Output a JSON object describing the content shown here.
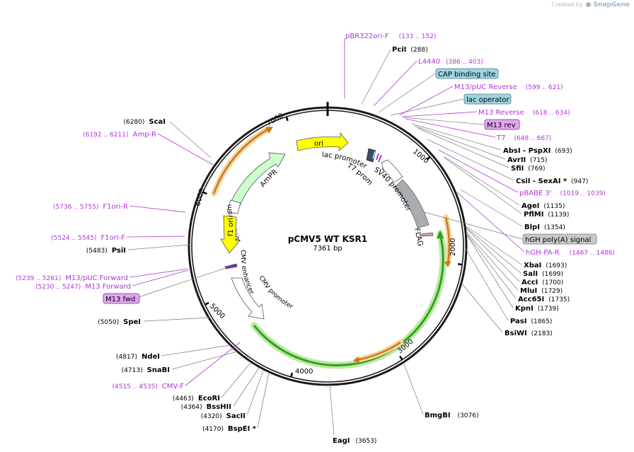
{
  "credit": {
    "prefix": "Created by",
    "brand": "SnapGene"
  },
  "plasmid": {
    "name": "pCMV5 WT KSR1",
    "size": "7361 bp"
  },
  "ticks": [
    "1000",
    "2000",
    "3000",
    "4000",
    "5000",
    "6000",
    "7000"
  ],
  "sites": [
    {
      "name": "PciI",
      "pos": "(288)"
    },
    {
      "name": "AbsI  - PspXI",
      "pos": "(693)"
    },
    {
      "name": "AvrII",
      "pos": "(715)"
    },
    {
      "name": "SfiI",
      "pos": "(769)"
    },
    {
      "name": "CsiI  - SexAI *",
      "pos": "(947)"
    },
    {
      "name": "AgeI",
      "pos": "(1135)"
    },
    {
      "name": "PflMI",
      "pos": "(1139)"
    },
    {
      "name": "BlpI",
      "pos": "(1354)"
    },
    {
      "name": "XbaI",
      "pos": "(1693)"
    },
    {
      "name": "SalI",
      "pos": "(1699)"
    },
    {
      "name": "AccI",
      "pos": "(1700)"
    },
    {
      "name": "MluI",
      "pos": "(1729)"
    },
    {
      "name": "Acc65I",
      "pos": "(1735)"
    },
    {
      "name": "KpnI",
      "pos": "(1739)"
    },
    {
      "name": "PasI",
      "pos": "(1865)"
    },
    {
      "name": "BsiWI",
      "pos": "(2183)"
    },
    {
      "name": "BmgBI",
      "pos": "(3076)"
    },
    {
      "name": "EagI",
      "pos": "(3653)"
    },
    {
      "name": "BspEI *",
      "pos": "(4170)"
    },
    {
      "name": "SacII",
      "pos": "(4320)"
    },
    {
      "name": "BssHII",
      "pos": "(4364)"
    },
    {
      "name": "EcoRI",
      "pos": "(4463)"
    },
    {
      "name": "SnaBI",
      "pos": "(4713)"
    },
    {
      "name": "NdeI",
      "pos": "(4817)"
    },
    {
      "name": "SpeI",
      "pos": "(5050)"
    },
    {
      "name": "PsiI",
      "pos": "(5483)"
    },
    {
      "name": "ScaI",
      "pos": "(6280)"
    }
  ],
  "primers": [
    {
      "name": "pBR322ori-F",
      "pos": "(133 .. 152)"
    },
    {
      "name": "L4440",
      "pos": "(386 .. 403)"
    },
    {
      "name": "M13/pUC Reverse",
      "pos": "(599 .. 621)"
    },
    {
      "name": "M13 Reverse",
      "pos": "(618 .. 634)"
    },
    {
      "name": "T7",
      "pos": "(648 .. 667)"
    },
    {
      "name": "pBABE 3'",
      "pos": "(1019 .. 1039)"
    },
    {
      "name": "hGH-PA-R",
      "pos": "(1467 .. 1486)"
    },
    {
      "name": "CMV-F",
      "pos": "(4515 .. 4535)"
    },
    {
      "name": "M13 Forward",
      "pos": "(5230 .. 5247)"
    },
    {
      "name": "M13/pUC Forward",
      "pos": "(5239 .. 5261)"
    },
    {
      "name": "F1ori-F",
      "pos": "(5524 .. 5545)"
    },
    {
      "name": "F1ori-R",
      "pos": "(5736 .. 5755)"
    },
    {
      "name": "Amp-R",
      "pos": "(6192 .. 6211)"
    }
  ],
  "boxes": [
    {
      "label": "CAP binding site",
      "kind": "blue"
    },
    {
      "label": "lac operator",
      "kind": "blue"
    },
    {
      "label": "M13 rev",
      "kind": "purple"
    },
    {
      "label": "hGH poly(A) signal",
      "kind": "gray"
    },
    {
      "label": "M13 fwd",
      "kind": "purple"
    }
  ],
  "features": {
    "ori": "ori",
    "ampr": "AmPR",
    "ampr_promoter": "AmpR promoter",
    "f1_ori": "f1 ori",
    "cmv_enhancer": "CMV enhancer",
    "cmv_promoter": "CMV promoter",
    "lac_promoter": "lac promoter",
    "t7_promoter": "T7 promoter",
    "sv40_promoter": "SV40 promoter",
    "flag": "FLAG"
  },
  "colors": {
    "backbone": "#1a1a1a",
    "primer": "#b035d6",
    "ori": "#ffff00",
    "ampr": "#ccffcc",
    "f1_ori": "#ffff00",
    "cds_green": "#2ea21e",
    "cds_glow": "#bfe8a4",
    "orange": "#c87a1a",
    "orange_glow": "#f6d5a0",
    "polyA": "#a9acb1",
    "box_blue": "#9fd4e0",
    "box_purple": "#e2a6f0",
    "box_gray": "#c9c9c9"
  }
}
